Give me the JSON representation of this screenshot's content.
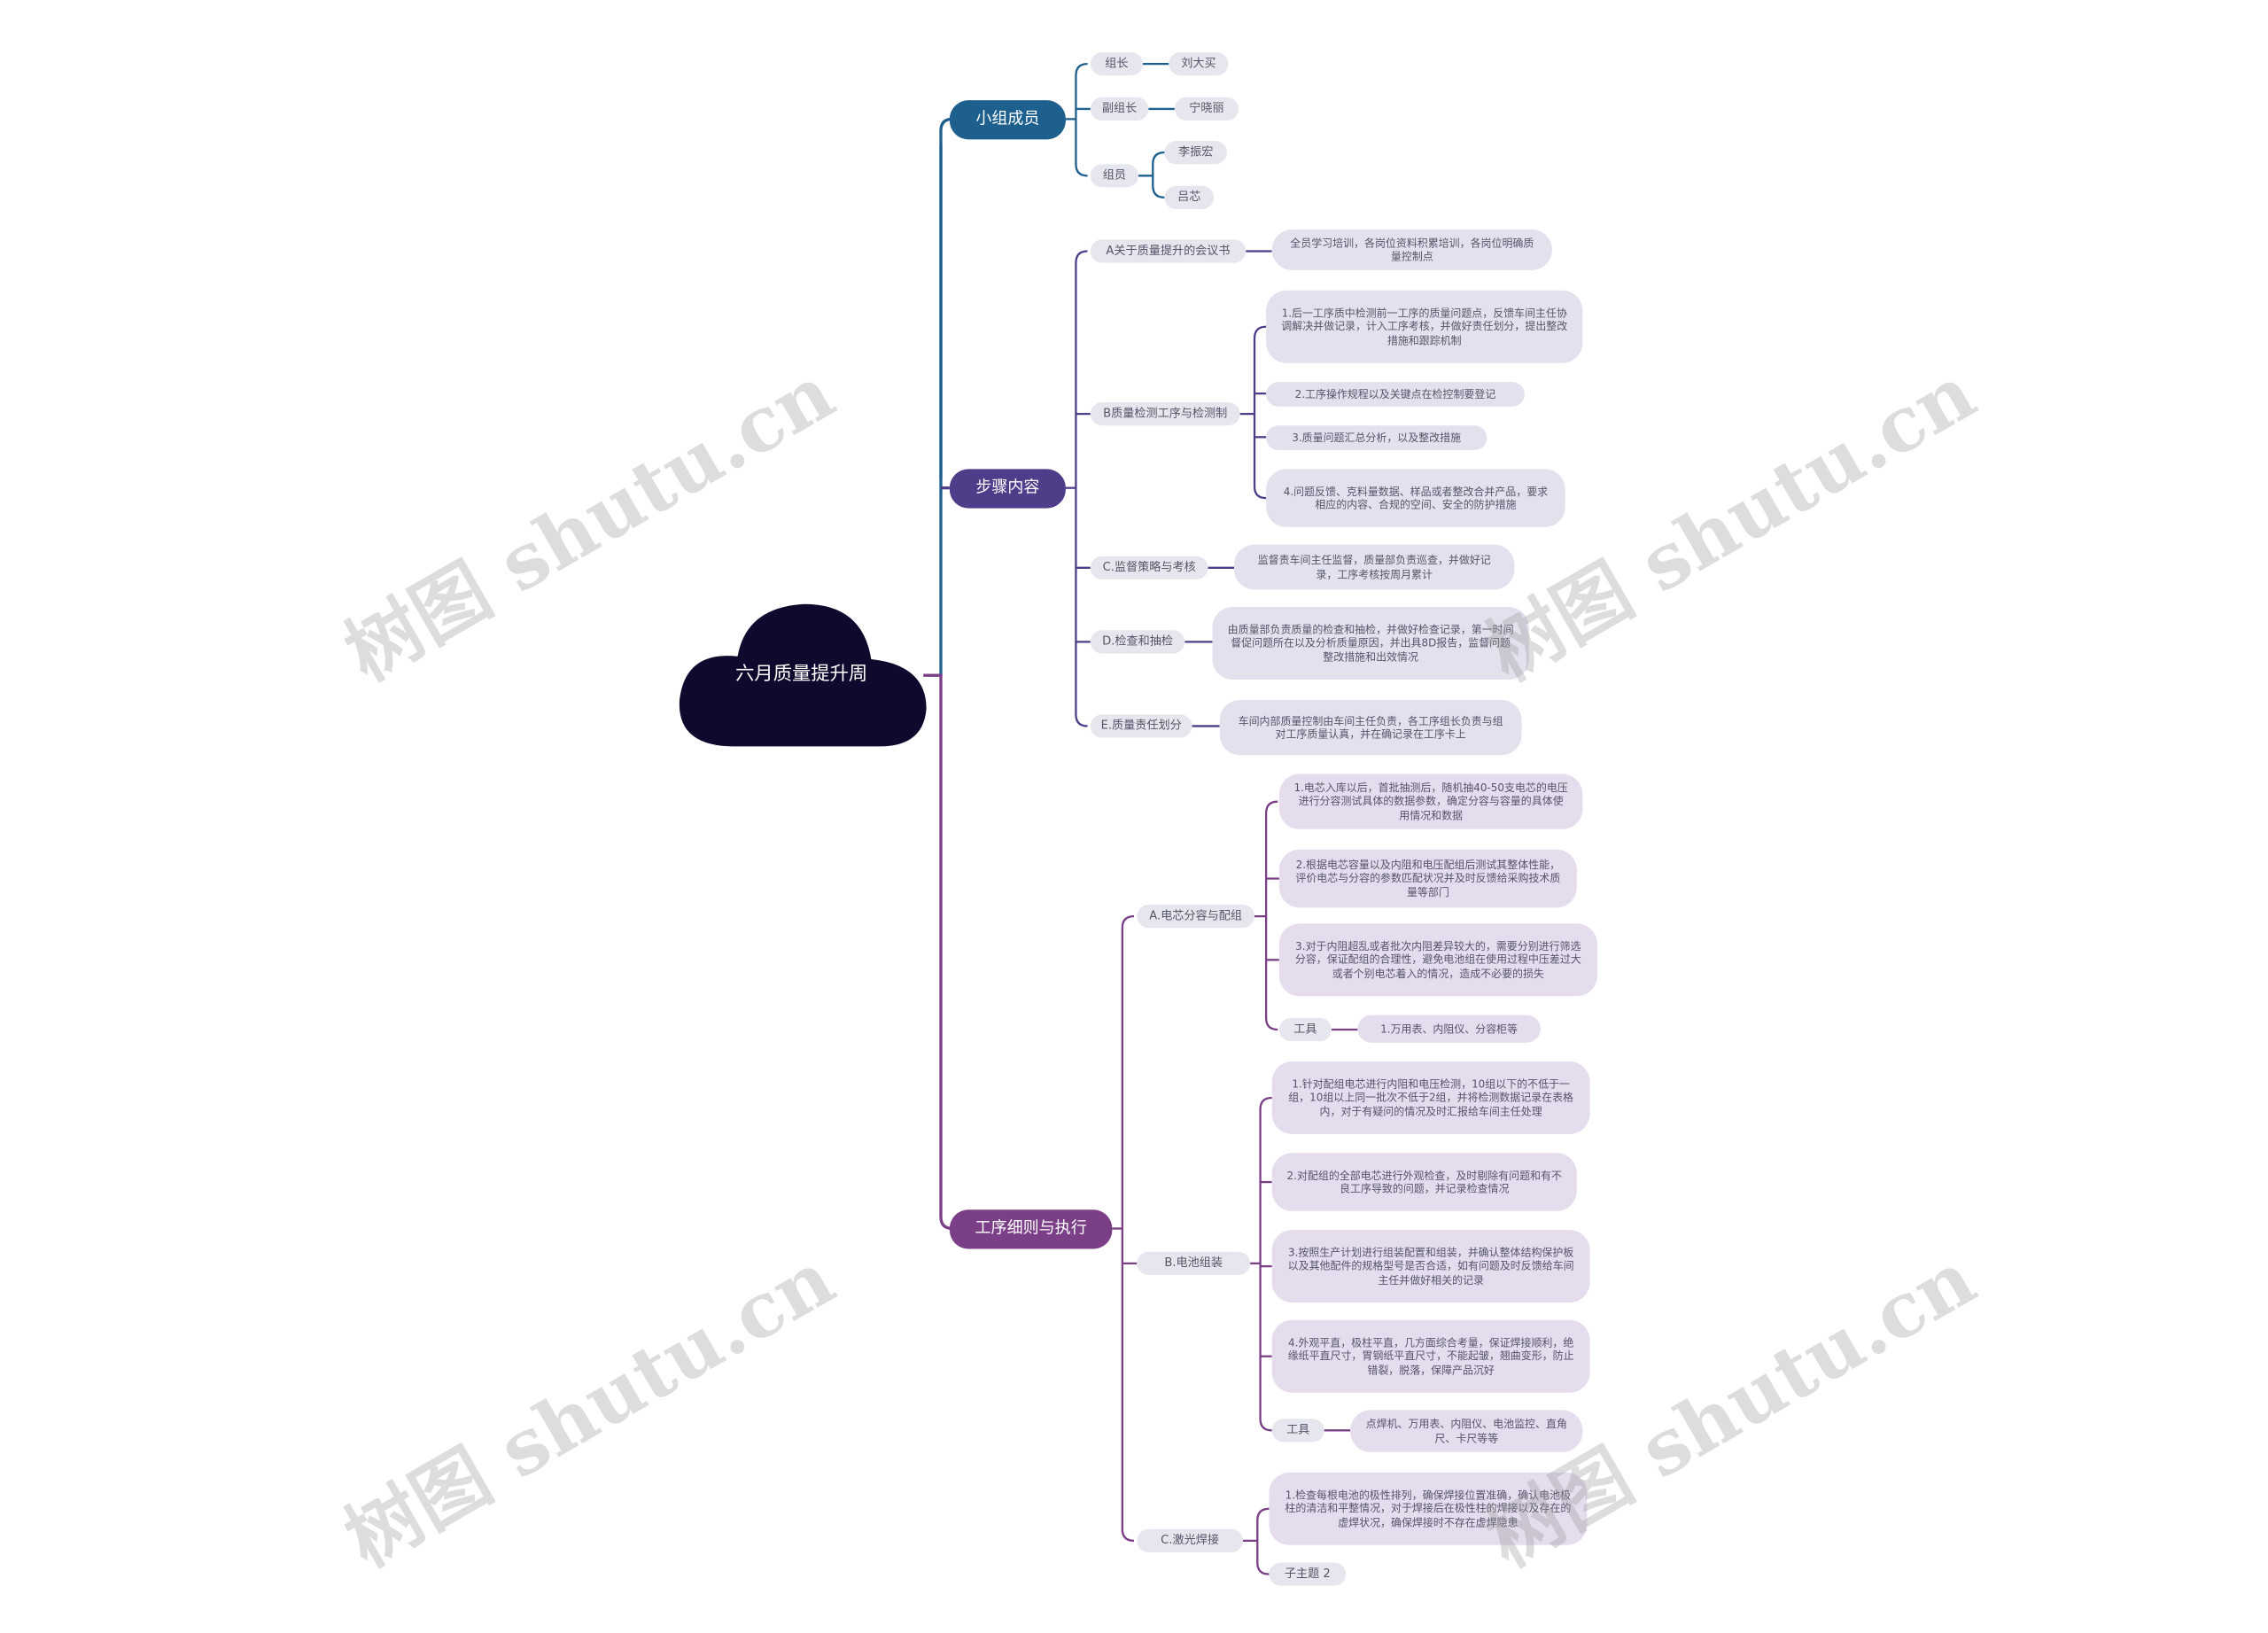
{
  "root": "六月质量提升周",
  "branches": [
    {
      "label": "小组成员",
      "color": "#1d5f8d",
      "children": [
        {
          "label": "组长",
          "items": [
            "刘大买"
          ]
        },
        {
          "label": "副组长",
          "items": [
            "宁晓丽"
          ]
        },
        {
          "label": "组员",
          "items": [
            "李振宏",
            "吕芯"
          ]
        }
      ]
    },
    {
      "label": "步骤内容",
      "color": "#4f3d8a",
      "children": [
        {
          "label": "A关于质量提升的会议书",
          "items": [
            "全员学习培训，各岗位资料积累培训，各岗位明确质量控制点"
          ]
        },
        {
          "label": "B质量检测工序与检测制",
          "items": [
            "1.后一工序质中检测前一工序的质量问题点，反馈车间主任协调解决并做记录，计入工序考核，并做好责任划分，提出整改措施和跟踪机制",
            "2.工序操作规程以及关键点在检控制要登记",
            "3.质量问题汇总分析，以及整改措施",
            "4.问题反馈、克料量数据、样品或者整改合并产品，要求相应的内容、合规的空间、安全的防护措施"
          ]
        },
        {
          "label": "C.监督策略与考核",
          "items": [
            "监督责车间主任监督，质量部负责巡查，并做好记录，工序考核按周月累计"
          ]
        },
        {
          "label": "D.检查和抽检",
          "items": [
            "由质量部负责质量的检查和抽检，并做好检查记录，第一时间督促问题所在以及分析质量原因，并出具8D报告，监督问题整改措施和出效情况"
          ]
        },
        {
          "label": "E.质量责任划分",
          "items": [
            "车间内部质量控制由车间主任负责，各工序组长负责与组对工序质量认真，并在确记录在工序卡上"
          ]
        }
      ]
    },
    {
      "label": "工序细则与执行",
      "color": "#7a3f86",
      "children": [
        {
          "label": "A.电芯分容与配组",
          "items": [
            "1.电芯入库以后，首批抽测后，随机抽40-50支电芯的电压进行分容测试具体的数据参数，确定分容与容量的具体使用情况和数据",
            "2.根据电芯容量以及内阻和电压配组后测试其整体性能，评价电芯与分容的参数匹配状况并及时反馈给采购技术质量等部门",
            "3.对于内阻超乱或者批次内阻差异较大的，需要分别进行筛选分容，保证配组的合理性，避免电池组在使用过程中压差过大或者个别电芯着入的情况，造成不必要的损失"
          ],
          "tool": {
            "label": "工具",
            "value": "1.万用表、内阻仪、分容柜等"
          }
        },
        {
          "label": "B.电池组装",
          "items": [
            "1.针对配组电芯进行内阻和电压检测，10组以下的不低于一组，10组以上同一批次不低于2组，并将检测数据记录在表格内，对于有疑问的情况及时汇报给车间主任处理",
            "2.对配组的全部电芯进行外观检查，及时剔除有问题和有不良工序导致的问题，并记录检查情况",
            "3.按照生产计划进行组装配置和组装，并确认整体结构保护板以及其他配件的规格型号是否合适，如有问题及时反馈给车间主任并做好相关的记录",
            "4.外观平直，极柱平直，几方面综合考量，保证焊接顺利，绝缘纸平直尺寸，胃钢纸平直尺寸，不能起皱，翘曲变形，防止错裂，脱落，保障产品沉好"
          ],
          "tool": {
            "label": "工具",
            "value": "点焊机、万用表、内阻仪、电池监控、直角尺、卡尺等等"
          }
        },
        {
          "label": "C.激光焊接",
          "items": [
            "1.检查每根电池的极性排列，确保焊接位置准确，确认电池极柱的清洁和平整情况，对于焊接后在极性柱的焊接以及存在的虚焊状况，确保焊接时不存在虚焊隐患",
            "子主题 2"
          ]
        }
      ]
    }
  ],
  "watermark": "树图 shutu.cn"
}
